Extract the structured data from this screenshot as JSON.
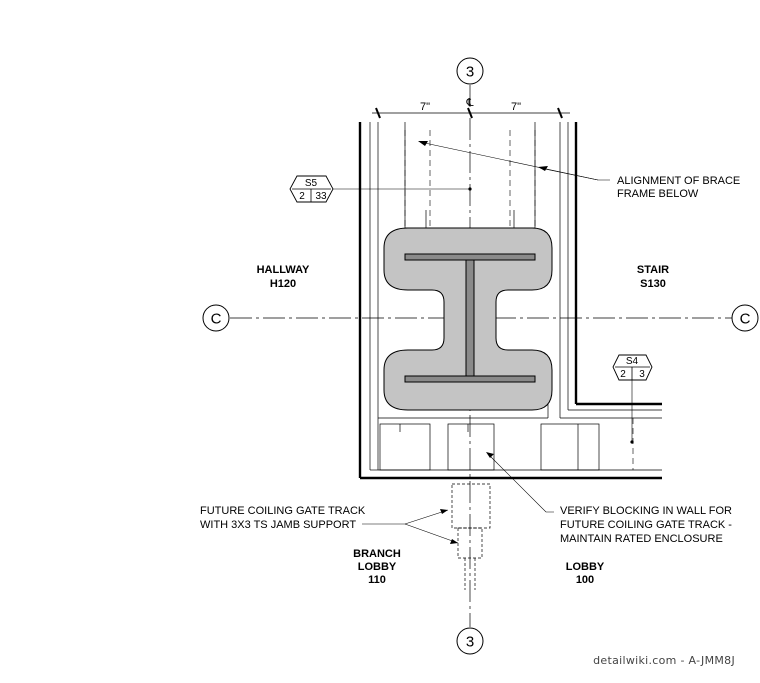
{
  "grid": {
    "vertical_label": "3",
    "horizontal_label": "C",
    "centerline_symbol": "℄"
  },
  "dimensions": {
    "left": "7\"",
    "right": "7\""
  },
  "rooms": {
    "hallway": {
      "name": "HALLWAY",
      "number": "H120"
    },
    "stair": {
      "name": "STAIR",
      "number": "S130"
    },
    "branch_lobby": {
      "name_line1": "BRANCH",
      "name_line2": "LOBBY",
      "number": "110"
    },
    "lobby": {
      "name": "LOBBY",
      "number": "100"
    }
  },
  "detail_tags": {
    "s5": {
      "sheet": "S5",
      "left": "2",
      "right": "33"
    },
    "s4": {
      "sheet": "S4",
      "left": "2",
      "right": "3"
    }
  },
  "notes": {
    "alignment": {
      "line1": "ALIGNMENT OF BRACE",
      "line2": "FRAME  BELOW"
    },
    "gate_track": {
      "line1": "FUTURE COILING GATE TRACK",
      "line2": "WITH 3X3 TS JAMB SUPPORT"
    },
    "blocking": {
      "line1": "VERIFY BLOCKING IN WALL FOR",
      "line2": "FUTURE COILING GATE TRACK -",
      "line3": "MAINTAIN RATED ENCLOSURE"
    }
  },
  "watermark": "detailwiki.com - A-JMM8J"
}
